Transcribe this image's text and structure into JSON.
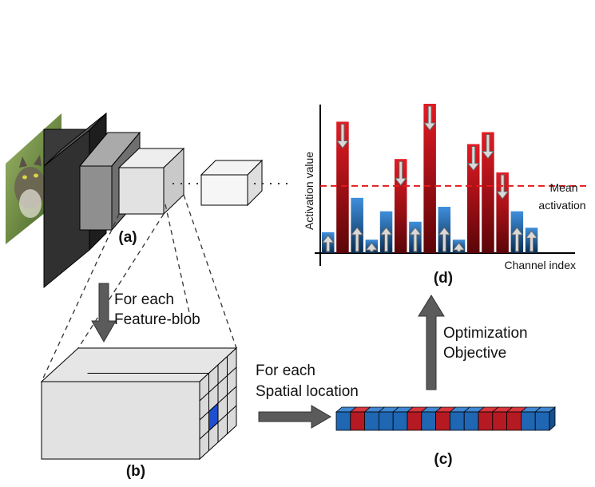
{
  "labels": {
    "a": "(a)",
    "b": "(b)",
    "c": "(c)",
    "d": "(d)",
    "for_each_feature_blob_line1": "For each",
    "for_each_feature_blob_line2": "Feature-blob",
    "for_each_spatial_line1": "For each",
    "for_each_spatial_line2": "Spatial location",
    "objective_line1": "Optimization",
    "objective_line2": "Objective"
  },
  "chart_data": {
    "type": "bar",
    "ylabel": "Activation value",
    "xlabel": "Channel index",
    "mean_label_line1": "Mean",
    "mean_label_line2": "activation",
    "mean_value": 0.45,
    "ylim": [
      0,
      1
    ],
    "values": [
      0.14,
      0.88,
      0.37,
      0.09,
      0.28,
      0.63,
      0.21,
      1.0,
      0.31,
      0.09,
      0.73,
      0.81,
      0.54,
      0.28,
      0.17
    ],
    "colors": {
      "above_mean": "#c8141b",
      "below_mean": "#1e68ad",
      "mean_line": "#e41a1c"
    }
  },
  "vector_blocks": [
    "blue",
    "red",
    "blue",
    "blue",
    "blue",
    "red",
    "blue",
    "red",
    "blue",
    "blue",
    "red",
    "red",
    "red",
    "blue",
    "blue"
  ],
  "colors": {
    "red": "#b51a22",
    "blue": "#1f66b3",
    "highlight_cell": "#1f4fd1",
    "arrow": "#5a5a5a"
  }
}
